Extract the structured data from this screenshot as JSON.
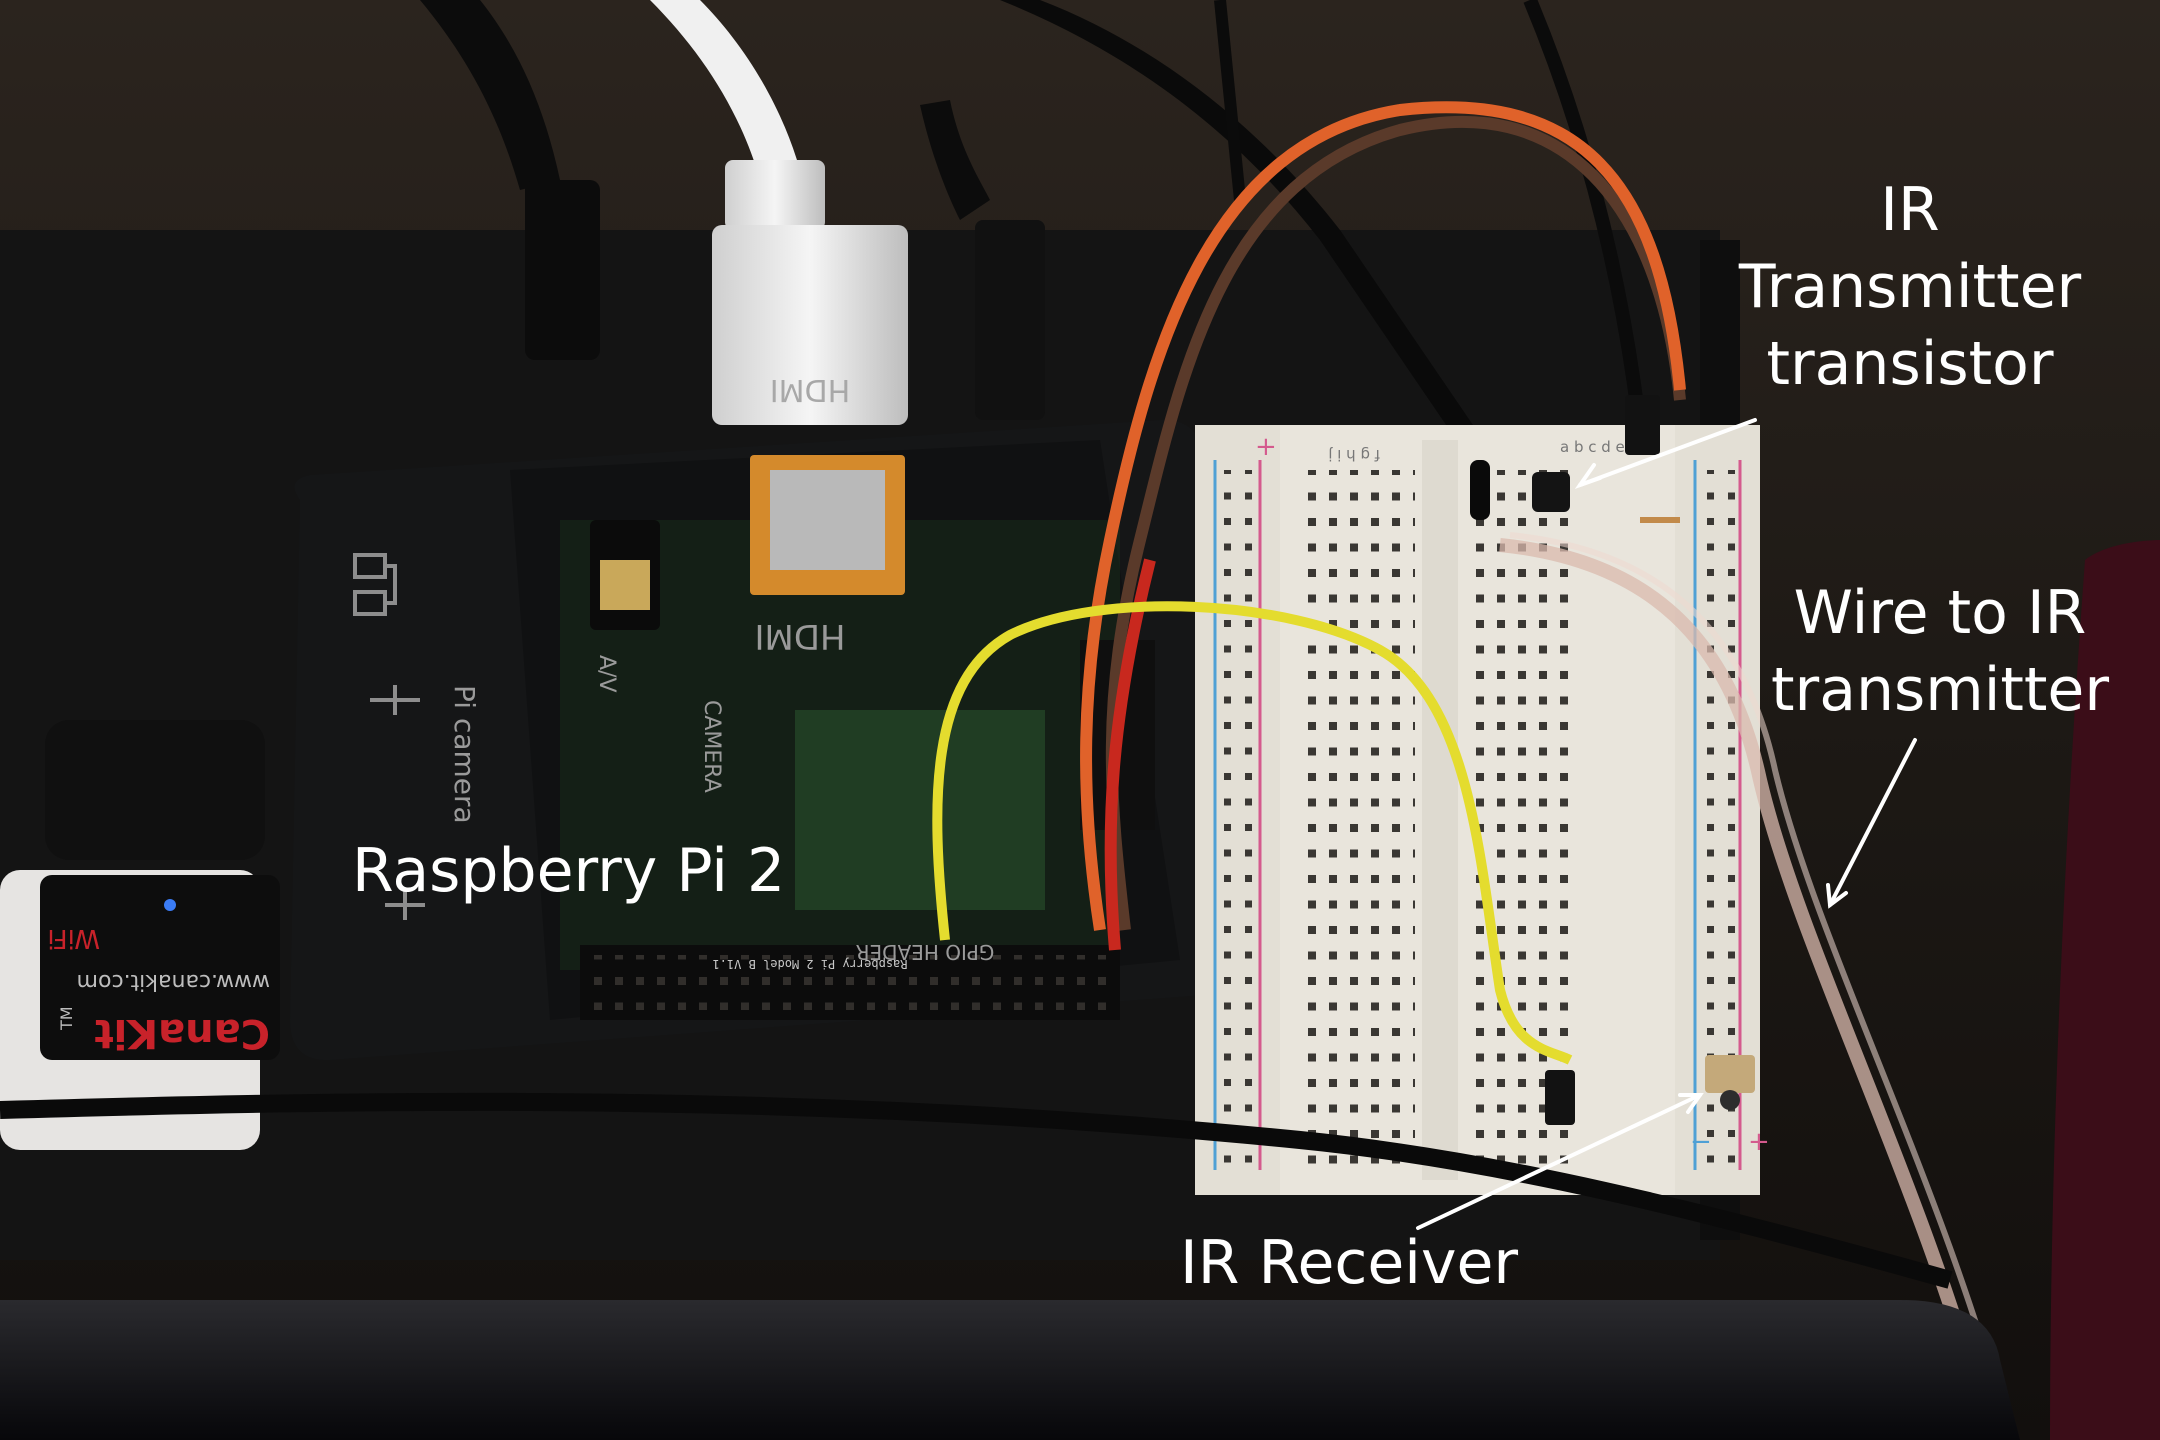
{
  "photo": {
    "callouts": {
      "pi": "Raspberry Pi 2",
      "tx_line1": "IR",
      "tx_line2": "Transmitter",
      "tx_line3": "transistor",
      "wire_line1": "Wire to IR",
      "wire_line2": "transmitter",
      "receiver": "IR Receiver"
    },
    "printed": {
      "hdmi_plug": "HDMI",
      "hdmi_case": "HDMI",
      "av_case": "A/V",
      "pi_camera_case": "Pi camera",
      "camera_board": "CAMERA",
      "gpio_header": "GPIO HEADER",
      "dongle_brand": "CanaKit",
      "dongle_url": "www.canakit.com",
      "dongle_wifi": "WiFi",
      "dongle_tm": "TM",
      "board_silk": "Raspberry Pi 2 Model B V1.1",
      "bb_cols_left": "a b c d e",
      "bb_cols_right": "f g h i j",
      "bb_plus": "+",
      "bb_minus": "−"
    },
    "colors": {
      "background": "#1a1613",
      "pi_case": "#151617",
      "breadboard": "#e9e5dc",
      "wire_yellow": "#e4dc2e",
      "wire_orange": "#e0622a",
      "wire_red": "#c8281e",
      "wire_brown": "#5a3a2a",
      "annotation": "#ffffff"
    }
  }
}
